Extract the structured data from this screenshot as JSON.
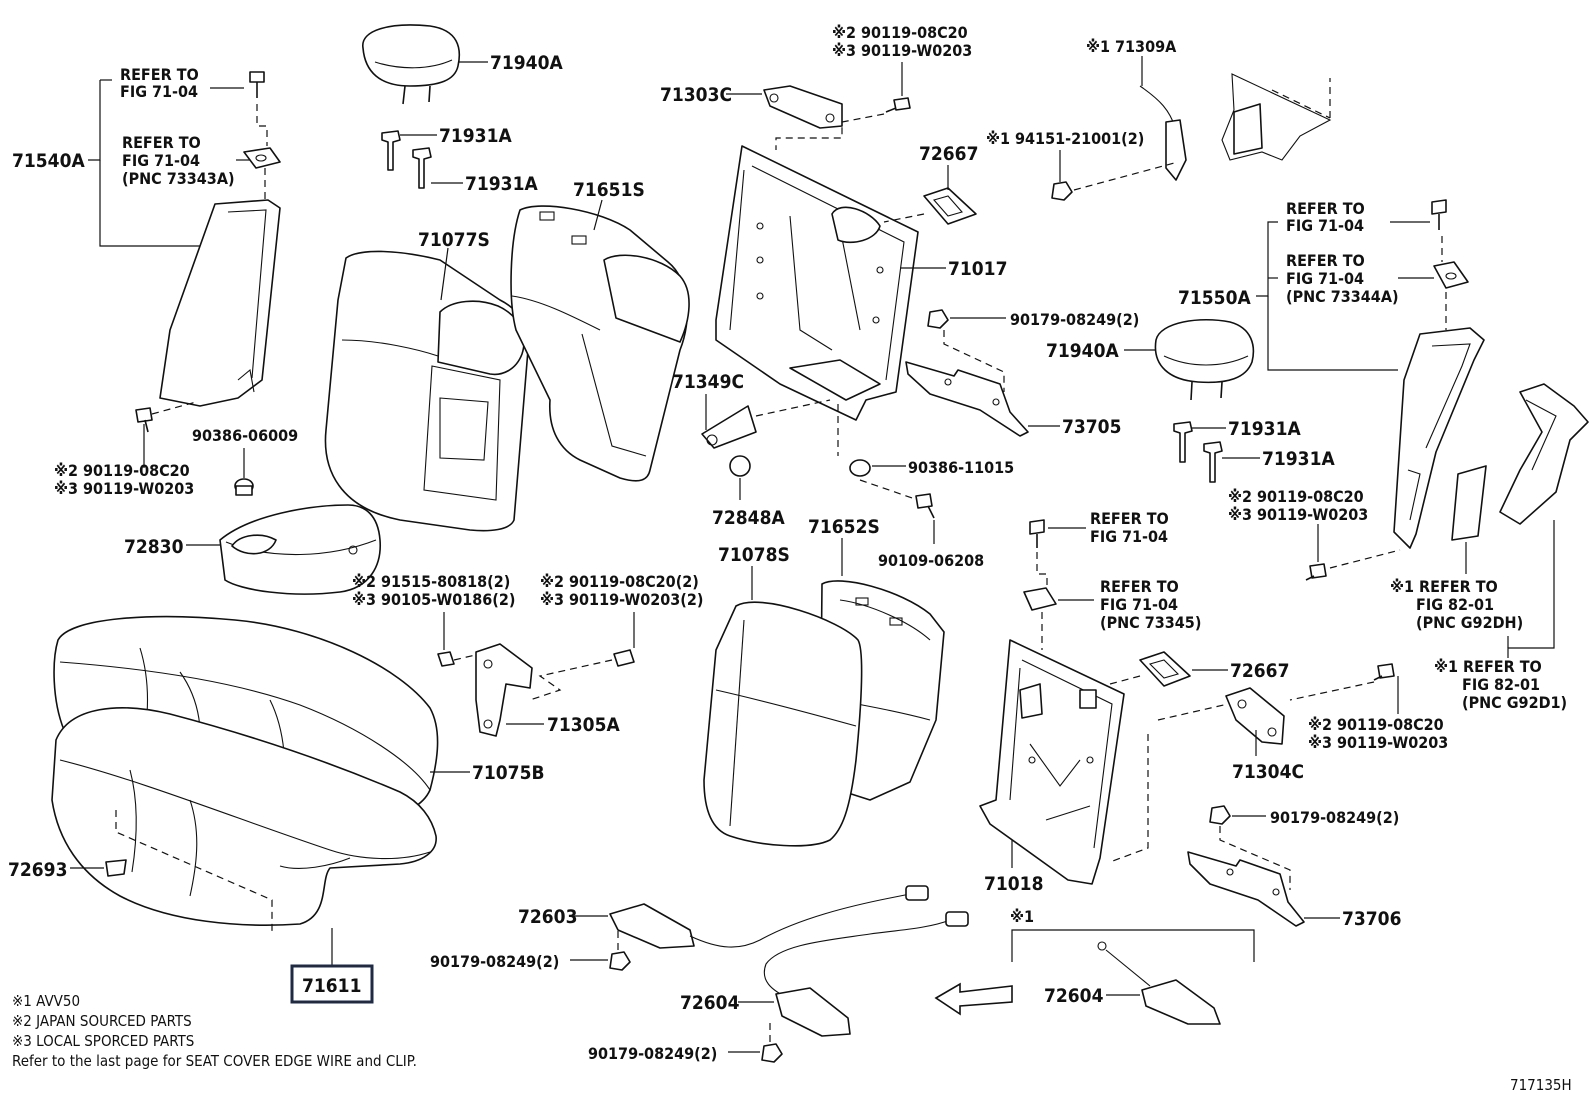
{
  "labels": {
    "p71940A_a": "71940A",
    "p71931A_a": "71931A",
    "p71931A_b": "71931A",
    "p71540A": "71540A",
    "refer_a_1": "REFER TO",
    "refer_a_2": "FIG 71-04",
    "refer_b_1": "REFER TO",
    "refer_b_2": "FIG 71-04",
    "refer_b_3": "(PNC 73343A)",
    "p71651S": "71651S",
    "p71077S": "71077S",
    "p90386_06009": "90386-06009",
    "bolt_l_1": "※2 90119-08C20",
    "bolt_l_2": "※3 90119-W0203",
    "p72830": "72830",
    "p71303C": "71303C",
    "bolt_t_1": "※2 90119-08C20",
    "bolt_t_2": "※3 90119-W0203",
    "p71309A": "※1 71309A",
    "p72667_a": "72667",
    "p94151": "※1 94151-21001(2)",
    "p71017": "71017",
    "p90179_a": "90179-08249(2)",
    "p73705": "73705",
    "p71349C": "71349C",
    "p72848A": "72848A",
    "p90386_11015": "90386-11015",
    "p90109": "90109-06208",
    "p71652S": "71652S",
    "p71078S": "71078S",
    "screw_c_1": "※2 91515-80818(2)",
    "screw_c_2": "※3 90105-W0186(2)",
    "screw_d_1": "※2 90119-08C20(2)",
    "screw_d_2": "※3 90119-W0203(2)",
    "p71305A": "71305A",
    "p71075B": "71075B",
    "p72693": "72693",
    "p71611": "71611",
    "refer_c_1": "REFER TO",
    "refer_c_2": "FIG 71-04",
    "refer_d_1": "REFER TO",
    "refer_d_2": "FIG 71-04",
    "refer_d_3": "(PNC 73345)",
    "p72667_b": "72667",
    "p71304C": "71304C",
    "bolt_r_1": "※2 90119-08C20",
    "bolt_r_2": "※3 90119-W0203",
    "p90179_b": "90179-08249(2)",
    "p73706": "73706",
    "p71018": "71018",
    "refer_e_1": "REFER TO",
    "refer_e_2": "FIG 71-04",
    "refer_f_1": "REFER TO",
    "refer_f_2": "FIG 71-04",
    "refer_f_3": "(PNC 73344A)",
    "p71550A": "71550A",
    "p71940A_b": "71940A",
    "p71931A_c": "71931A",
    "p71931A_d": "71931A",
    "bolt_rr_1": "※2 90119-08C20",
    "bolt_rr_2": "※3 90119-W0203",
    "refer_g_1": "※1 REFER TO",
    "refer_g_2": "FIG 82-01",
    "refer_g_3": "(PNC G92DH)",
    "refer_h_1": "※1 REFER TO",
    "refer_h_2": "FIG 82-01",
    "refer_h_3": "(PNC G92D1)",
    "p72603": "72603",
    "p90179_c": "90179-08249(2)",
    "p72604_a": "72604",
    "p90179_d": "90179-08249(2)",
    "mark1": "※1",
    "p72604_b": "72604"
  },
  "notes": {
    "n1": "※1 AVV50",
    "n2": "※2 JAPAN SOURCED PARTS",
    "n3": "※3 LOCAL SPORCED PARTS",
    "n4": "Refer to the last page for SEAT COVER EDGE WIRE and CLIP.",
    "code": "717135H"
  }
}
